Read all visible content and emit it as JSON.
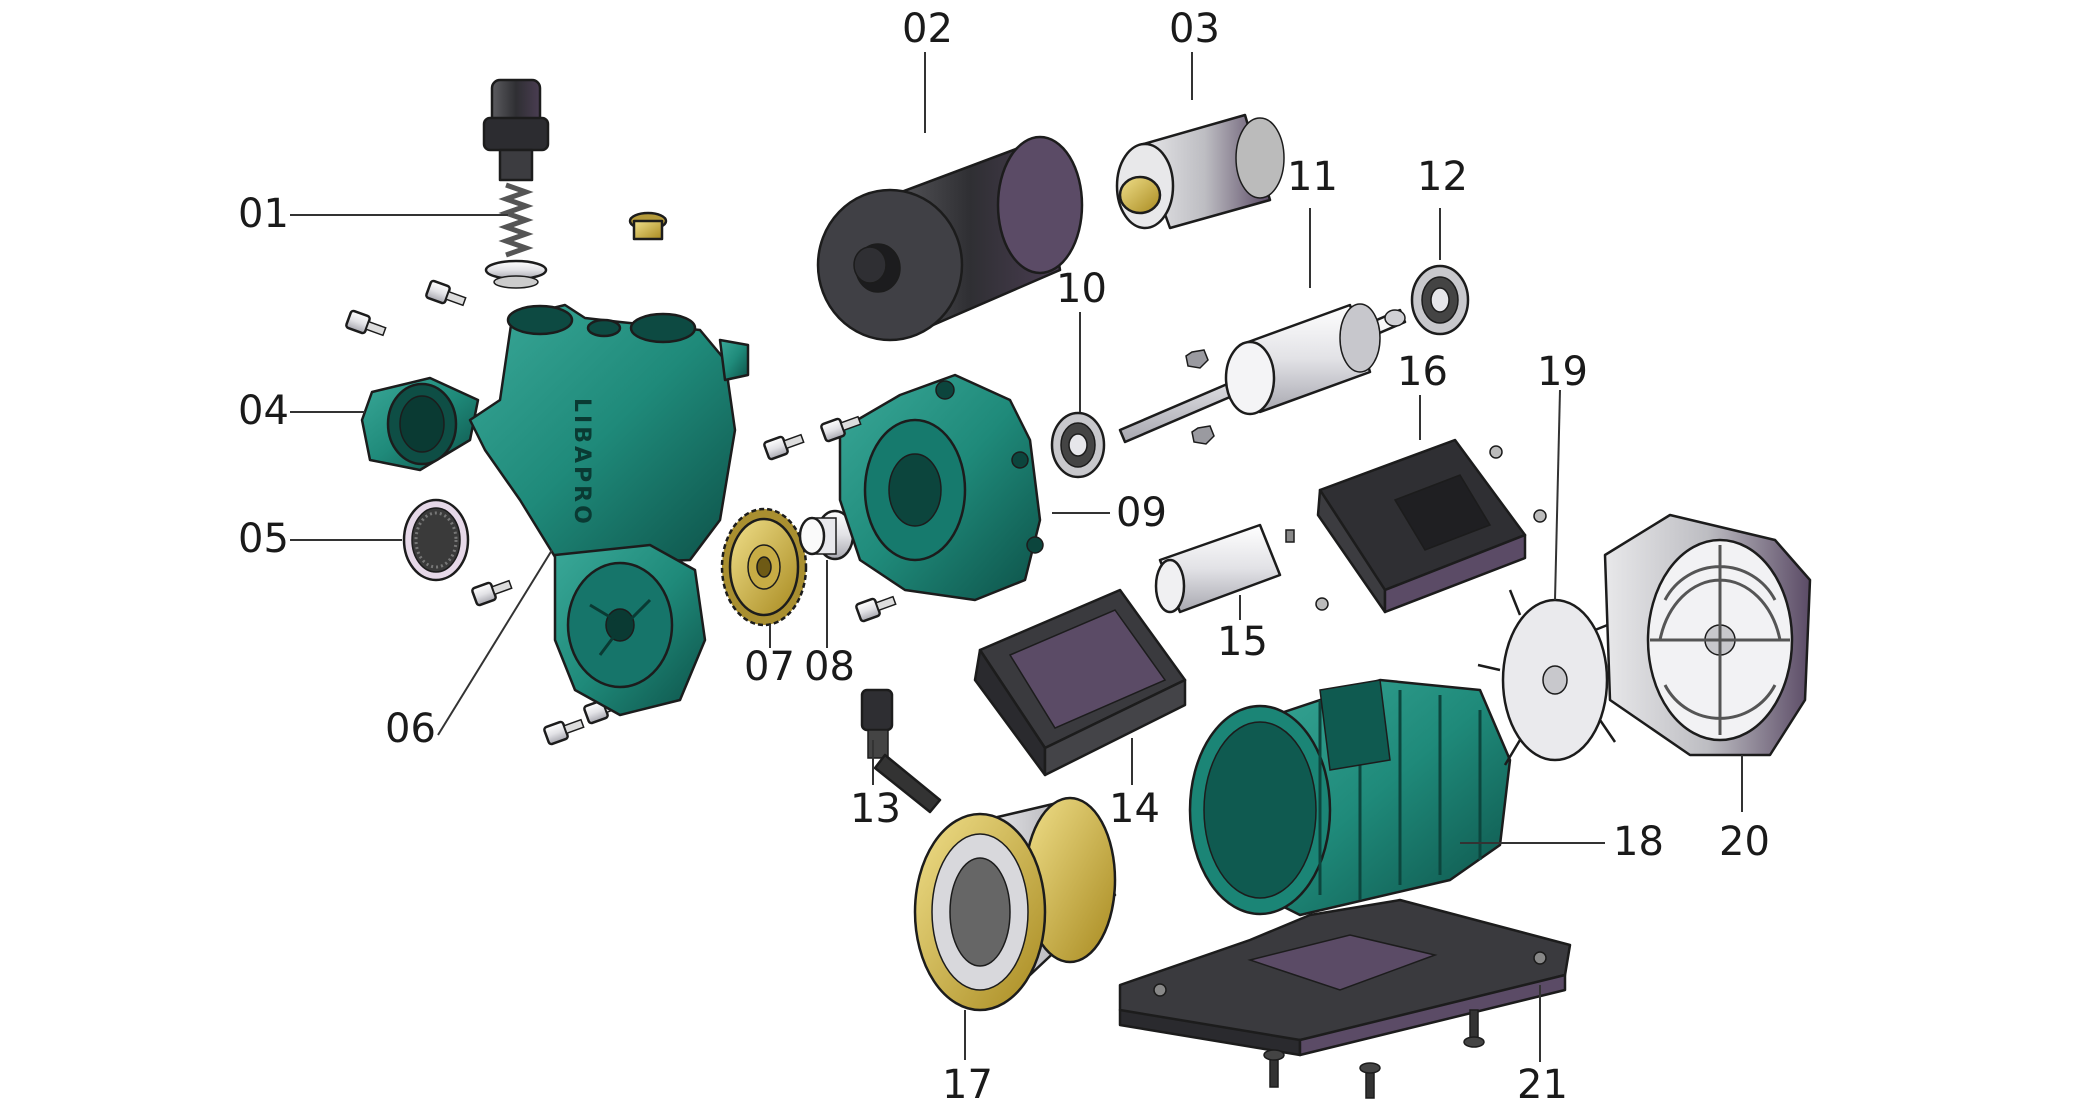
{
  "diagram": {
    "type": "exploded-view",
    "subject": "pump assembly",
    "parts": [
      {
        "id": "01",
        "label": "01"
      },
      {
        "id": "02",
        "label": "02"
      },
      {
        "id": "03",
        "label": "03"
      },
      {
        "id": "04",
        "label": "04"
      },
      {
        "id": "05",
        "label": "05"
      },
      {
        "id": "06",
        "label": "06"
      },
      {
        "id": "07",
        "label": "07"
      },
      {
        "id": "08",
        "label": "08"
      },
      {
        "id": "09",
        "label": "09"
      },
      {
        "id": "10",
        "label": "10"
      },
      {
        "id": "11",
        "label": "11"
      },
      {
        "id": "12",
        "label": "12"
      },
      {
        "id": "13",
        "label": "13"
      },
      {
        "id": "14",
        "label": "14"
      },
      {
        "id": "15",
        "label": "15"
      },
      {
        "id": "16",
        "label": "16"
      },
      {
        "id": "17",
        "label": "17"
      },
      {
        "id": "18",
        "label": "18"
      },
      {
        "id": "19",
        "label": "19"
      },
      {
        "id": "20",
        "label": "20"
      },
      {
        "id": "21",
        "label": "21"
      }
    ],
    "body_text": "LIBAPRO",
    "colors": {
      "housing_teal": "#1f8a7a",
      "housing_dark": "#0f5a50",
      "dark_gray": "#3a3a3d",
      "purple_shade": "#5a4a66",
      "brass": "#c9b04a",
      "silver": "#d8d8dc"
    }
  }
}
